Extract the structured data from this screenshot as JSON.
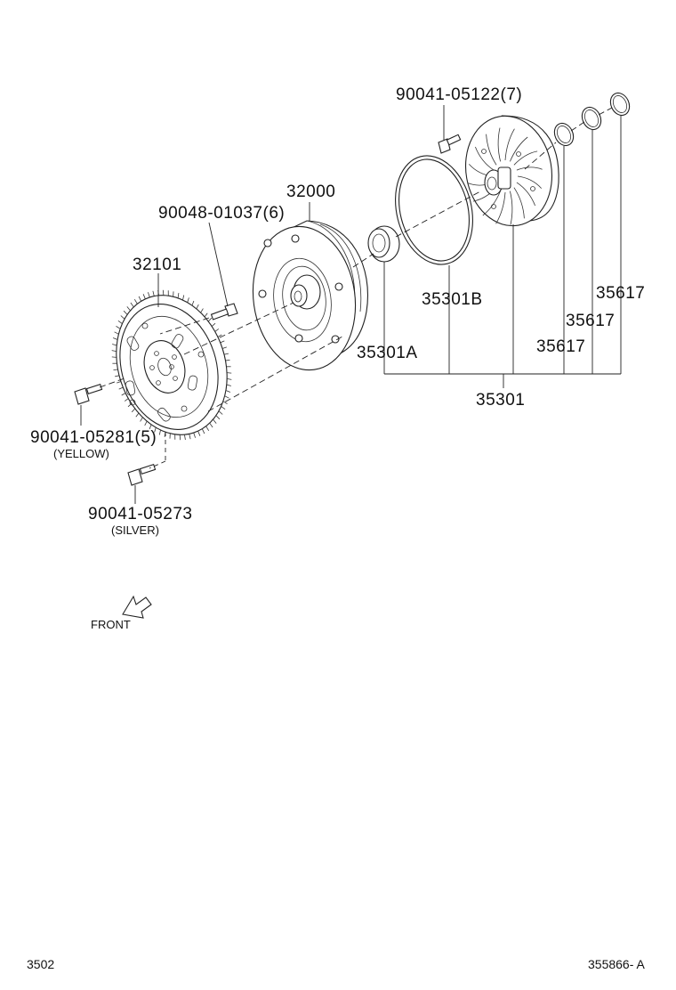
{
  "labels": {
    "bolt_top": "90041-05122(7)",
    "converter": "32000",
    "bolt_converter": "90048-01037(6)",
    "drive_plate": "32101",
    "pump_gasket": "35301B",
    "ring_1": "35617",
    "ring_2": "35617",
    "ring_3": "35617",
    "oil_seal": "35301A",
    "pump_assembly": "35301",
    "bolt_yellow": "90041-05281(5)",
    "bolt_yellow_note": "(YELLOW)",
    "bolt_silver": "90041-05273",
    "bolt_silver_note": "(SILVER)",
    "front": "FRONT"
  },
  "footer": {
    "page_code": "3502",
    "figure_code": "355866- A"
  }
}
